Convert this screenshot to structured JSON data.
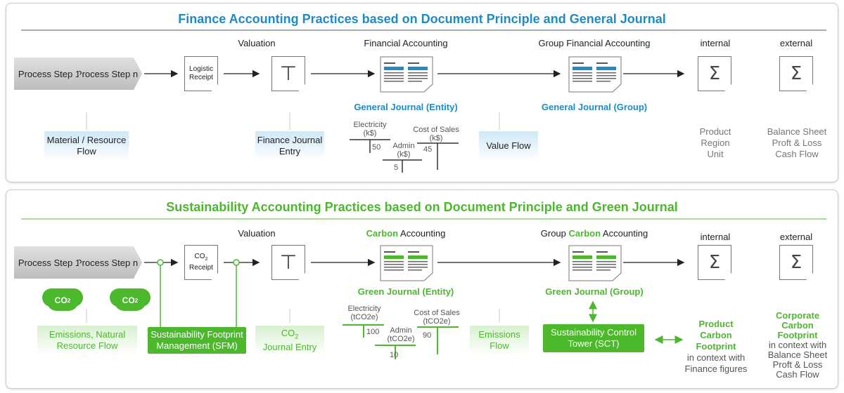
{
  "finance": {
    "title": "Finance Accounting Practices based on Document Principle and General Journal",
    "process_step_1": "Process Step 1",
    "process_step_n": "Process Step n",
    "valuation": "Valuation",
    "receipt_label": "Logistic Receipt",
    "financial_accounting": "Financial Accounting",
    "group_financial_accounting": "Group Financial Accounting",
    "internal": "internal",
    "external": "external",
    "journal_entity": "General Journal (Entity)",
    "journal_group": "General Journal (Group)",
    "flow_material": "Material / Resource Flow",
    "flow_journal_entry": "Finance Journal Entry",
    "flow_value": "Value Flow",
    "internal_dims": [
      "Product",
      "Region",
      "Unit"
    ],
    "external_reports": [
      "Balance Sheet",
      "Proft & Loss",
      "Cash Flow"
    ],
    "t_accounts": [
      {
        "label": "Electricity (k$)",
        "value": "50"
      },
      {
        "label": "Admin (k$)",
        "value": "5"
      },
      {
        "label": "Cost of Sales (k$)",
        "value": "45"
      }
    ]
  },
  "sustainability": {
    "title": "Sustainability Accounting Practices based on Document Principle and Green Journal",
    "process_step_1": "Process Step 1",
    "process_step_n": "Process Step n",
    "valuation": "Valuation",
    "receipt_label": "Receipt",
    "carbon_word": "Carbon",
    "accounting_word": "Accounting",
    "group_word": "Group",
    "internal": "internal",
    "external": "external",
    "journal_entity": "Green Journal (Entity)",
    "journal_group": "Green Journal (Group)",
    "flow_emissions_natural": "Emissions, Natural Resource Flow",
    "sfm": "Sustainability Footprint Management (SFM)",
    "flow_journal_entry": "Journal Entry",
    "flow_emissions": "Emissions Flow",
    "sct": "Sustainability Control Tower (SCT)",
    "product_footprint": "Product Carbon Footprint",
    "product_footprint_ctx": "in context with Finance figures",
    "corporate_footprint": "Corporate Carbon Footprint",
    "corporate_footprint_ctx": [
      "in context with",
      "Balance Sheet",
      "Proft & Loss",
      "Cash Flow"
    ],
    "t_accounts": [
      {
        "label": "Electricity (tCO2e)",
        "value": "100"
      },
      {
        "label": "Admin (tCO2e)",
        "value": "10"
      },
      {
        "label": "Cost of Sales (tCO2e)",
        "value": "90"
      }
    ]
  },
  "icons": [
    "t-account-icon",
    "journal-doc-icon",
    "sigma-icon",
    "co2-cloud-icon"
  ],
  "colors": {
    "finance_blue": "#1e8bc3",
    "sustainability_green": "#4cb82c"
  }
}
